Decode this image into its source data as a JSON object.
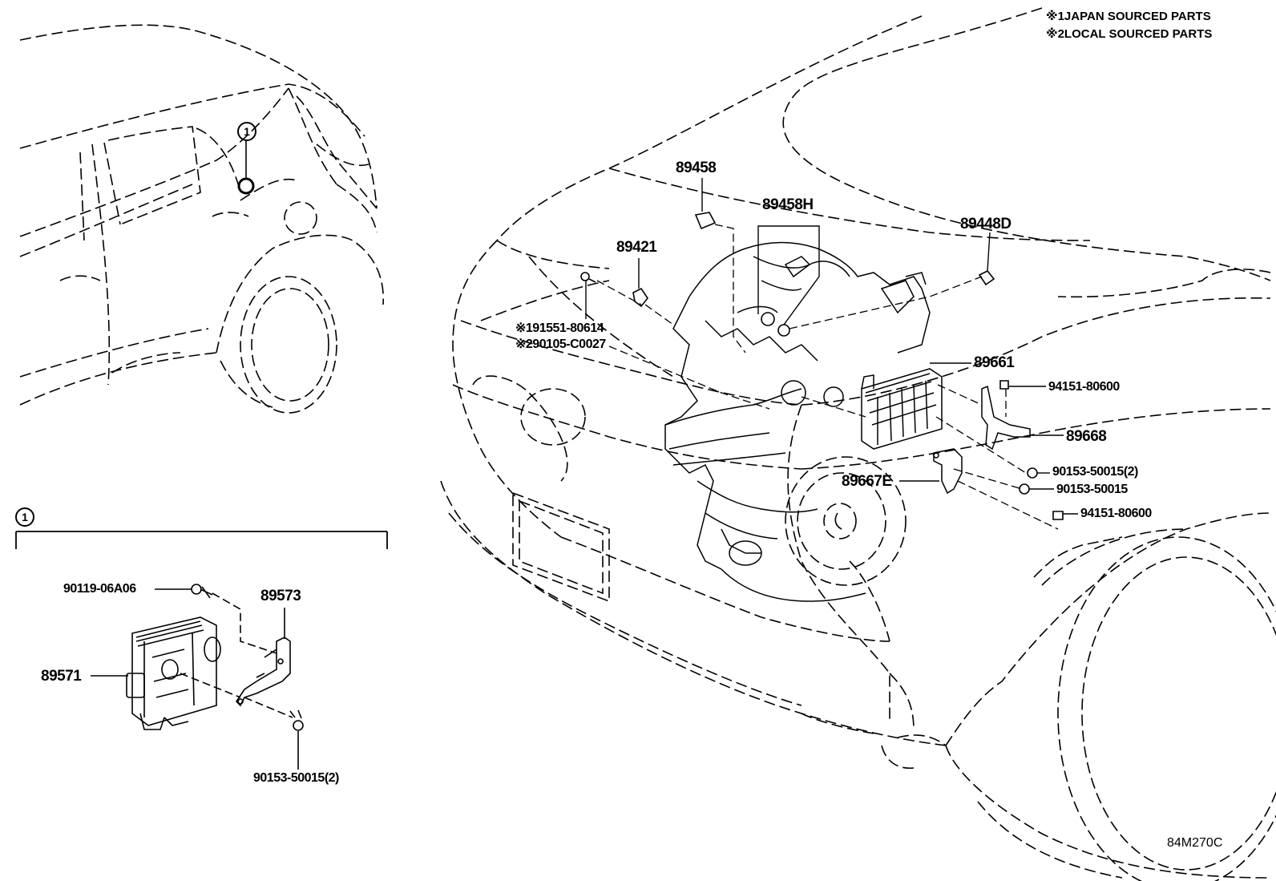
{
  "notes": {
    "line1": "※1JAPAN SOURCED PARTS",
    "line2": "※2LOCAL SOURCED PARTS"
  },
  "callout": {
    "marker": "1",
    "inset_marker": "1"
  },
  "parts": {
    "p89458": "89458",
    "p89458H": "89458H",
    "p89448D": "89448D",
    "p89421": "89421",
    "p191551": "※191551-80614",
    "p290105": "※290105-C0027",
    "p89661": "89661",
    "p94151_a": "94151-80600",
    "p89668": "89668",
    "p90153_2": "90153-50015(2)",
    "p90153": "90153-50015",
    "p89667E": "89667E",
    "p94151_b": "94151-80600",
    "p90119": "90119-06A06",
    "p89573": "89573",
    "p89571": "89571",
    "p90153_inset": "90153-50015(2)"
  },
  "diagram_code": "84M270C"
}
